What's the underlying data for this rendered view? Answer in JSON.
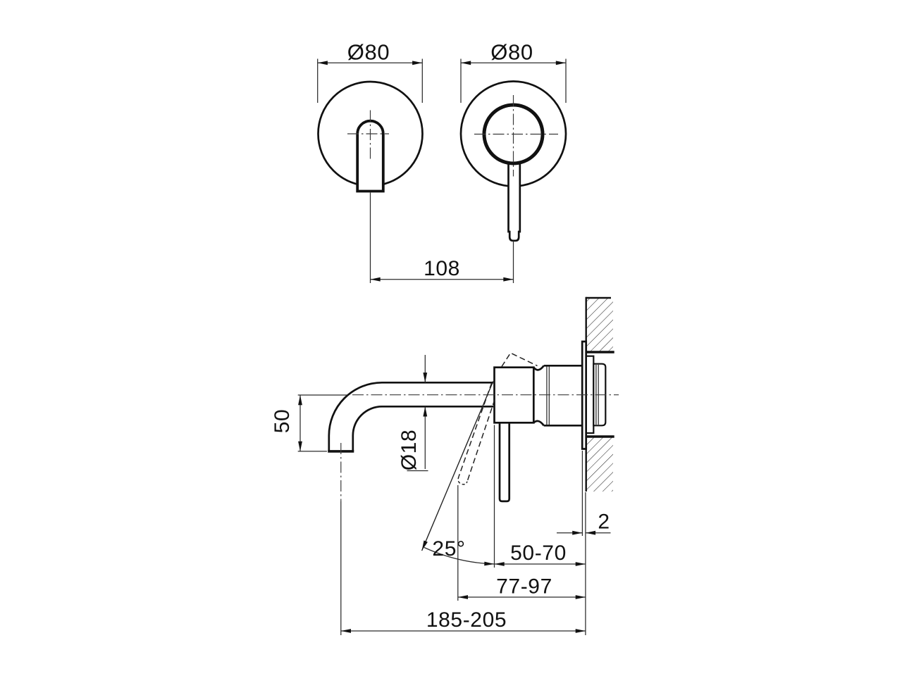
{
  "colors": {
    "line": "#111111",
    "background": "#ffffff",
    "thin_line": "#2b2b2b"
  },
  "front_view": {
    "spout_escutcheon": {
      "diameter_label": "Ø80"
    },
    "mixer_escutcheon": {
      "diameter_label": "Ø80"
    },
    "spacing_label": "108"
  },
  "side_view": {
    "spout_height_label": "50",
    "spout_diameter_label": "Ø18",
    "handle_angle_label": "25°",
    "trim_plate_thickness_label": "2",
    "body_to_wall_label": "50-70",
    "handle_to_wall_label": "77-97",
    "reach_label": "185-205"
  }
}
